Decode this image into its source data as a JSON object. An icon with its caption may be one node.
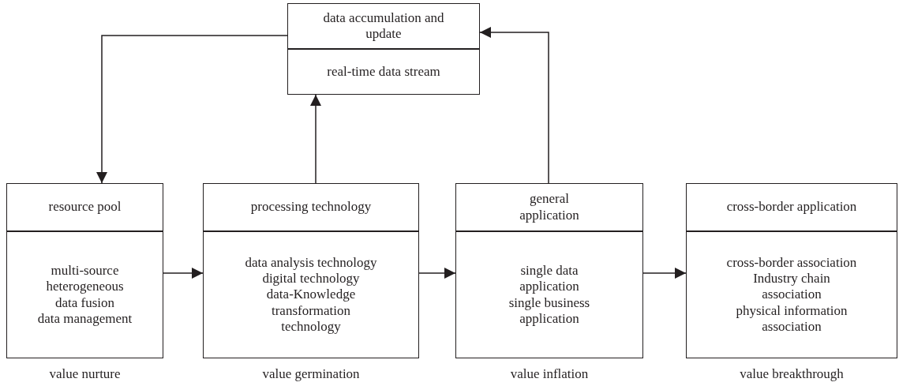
{
  "diagram": {
    "nodes": [
      {
        "text": [
          "data accumulation and update",
          "real-time data stream"
        ]
      },
      {
        "text": [
          "resource pool",
          "multi-source heterogeneous data fusion",
          "data management"
        ],
        "beside": [
          "value nurture"
        ]
      },
      {
        "text": [
          "processing technology",
          "data analysis technology",
          "digital technology",
          "data-Knowledge transformation technology"
        ],
        "beside": [
          "value germination"
        ]
      },
      {
        "text": [
          "general application",
          "single data application",
          "single business application"
        ],
        "beside": [
          "value inflation"
        ]
      },
      {
        "text": [
          "cross-border application",
          "cross-border association",
          "Industry chain association",
          "physical information association"
        ],
        "beside": [
          "value breakthrough"
        ]
      }
    ],
    "edges": [
      {
        "from": 0,
        "to": 1,
        "arrow": "to"
      },
      {
        "from": 2,
        "to": 0,
        "arrow": "to"
      },
      {
        "from": 3,
        "to": 0,
        "arrow": "to"
      },
      {
        "from": 1,
        "to": 2,
        "arrow": "to"
      },
      {
        "from": 2,
        "to": 3,
        "arrow": "to"
      },
      {
        "from": 3,
        "to": 4,
        "arrow": "to"
      }
    ]
  }
}
